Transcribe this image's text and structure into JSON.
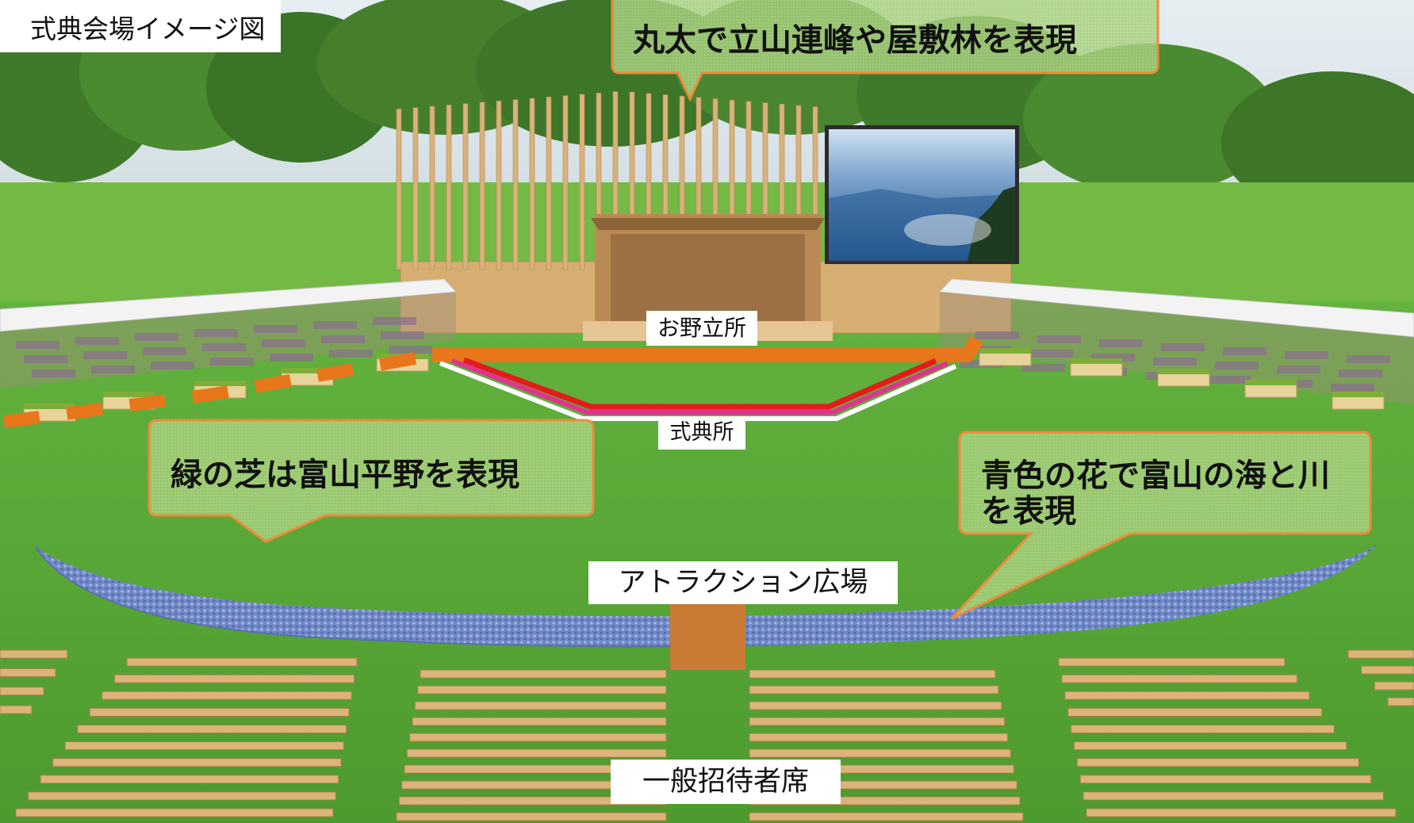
{
  "title": "式典会場イメージ図",
  "callouts": {
    "logs": "丸太で立山連峰や屋敷林を表現",
    "lawn": "緑の芝は富山平野を表現",
    "flowers_line1": "青色の花で富山の海と川",
    "flowers_line2": "を表現"
  },
  "labels": {
    "onoda": "お野立所",
    "shikiten": "式典所",
    "attraction": "アトラクション広場",
    "seats": "一般招待者席"
  },
  "colors": {
    "grass": "#5fa83a",
    "callout_border": "#f08a3c",
    "callout_fill": "#a9cf7c",
    "path_orange": "#e8761a",
    "path_red": "#e41b1b",
    "path_magenta": "#e0338f",
    "flowers": "#6f86c8",
    "wood": "#d9b27a"
  }
}
